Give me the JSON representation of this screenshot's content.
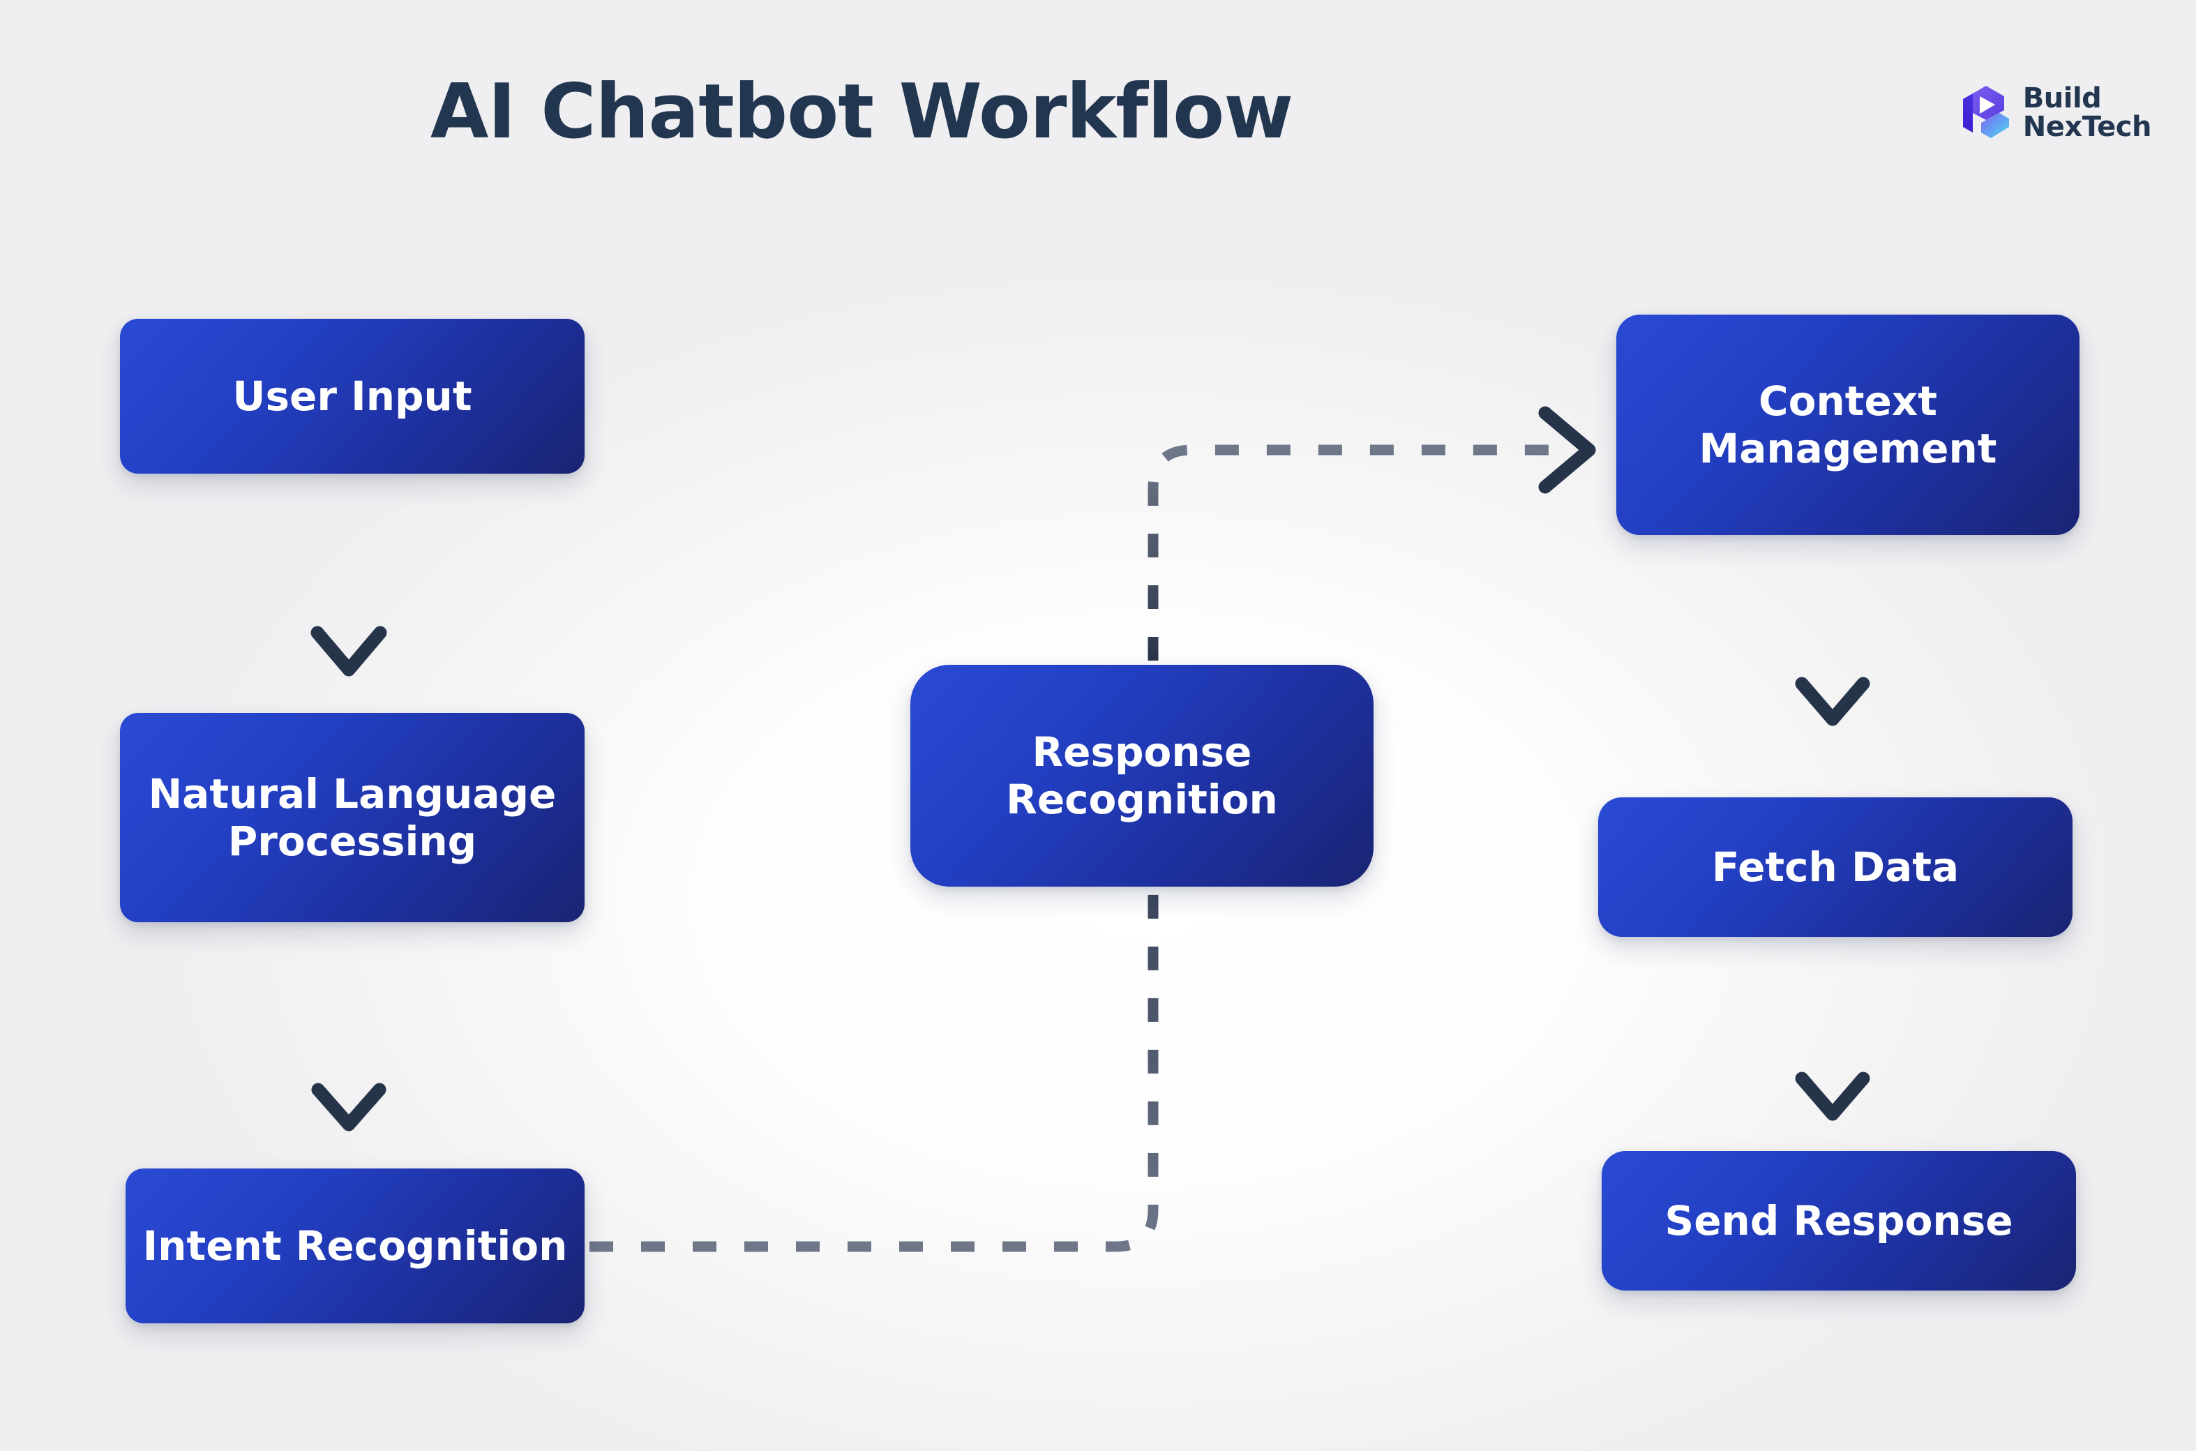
{
  "header": {
    "title": "AI Chatbot Workflow",
    "logo": {
      "line1": "Build",
      "line2": "NexTech",
      "mark": "hexagon-b-logo-icon"
    }
  },
  "theme": {
    "background": "#fbfbfc",
    "title_color": "#22364f",
    "node_gradient_from": "#2a4ad4",
    "node_gradient_to": "#1a2472",
    "node_text_color": "#ffffff",
    "solid_arrow_color": "#26344a",
    "dashed_arrow_color": "#5a6579",
    "logo_purple": "#4f37e8",
    "logo_violet": "#8560f2",
    "logo_cyan": "#3fd9f5"
  },
  "diagram": {
    "type": "flowchart",
    "nodes": [
      {
        "id": "user-input",
        "label": "User Input"
      },
      {
        "id": "nlp",
        "label": "Natural Language\nProcessing",
        "line1": "Natural Language",
        "line2": "Processing"
      },
      {
        "id": "intent",
        "label": "Intent Recognition"
      },
      {
        "id": "response",
        "label": "Response\nRecognition",
        "line1": "Response",
        "line2": "Recognition"
      },
      {
        "id": "context",
        "label": "Context\nManagement",
        "line1": "Context",
        "line2": "Management"
      },
      {
        "id": "fetch",
        "label": "Fetch Data"
      },
      {
        "id": "send",
        "label": "Send Response"
      }
    ],
    "edges": [
      {
        "from": "user-input",
        "to": "nlp",
        "style": "solid",
        "direction": "down"
      },
      {
        "from": "nlp",
        "to": "intent",
        "style": "solid",
        "direction": "down"
      },
      {
        "from": "intent",
        "to": "response",
        "style": "dashed",
        "direction": "right-up"
      },
      {
        "from": "response",
        "to": "context",
        "style": "dashed",
        "direction": "up-right"
      },
      {
        "from": "context",
        "to": "fetch",
        "style": "solid",
        "direction": "down"
      },
      {
        "from": "fetch",
        "to": "send",
        "style": "solid",
        "direction": "down"
      }
    ]
  }
}
